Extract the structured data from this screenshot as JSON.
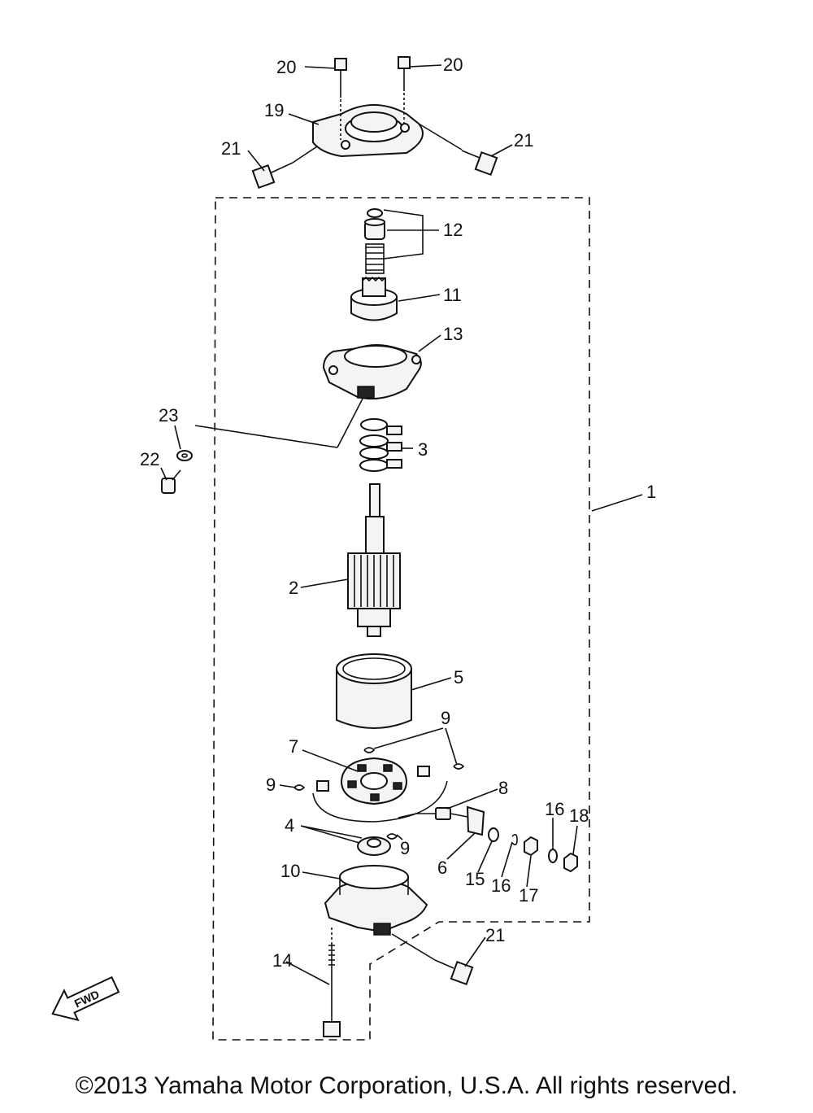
{
  "labels": {
    "l1": "1",
    "l2": "2",
    "l3": "3",
    "l4": "4",
    "l5": "5",
    "l6": "6",
    "l7": "7",
    "l8": "8",
    "l9a": "9",
    "l9b": "9",
    "l9c": "9",
    "l10": "10",
    "l11": "11",
    "l12": "12",
    "l13": "13",
    "l14": "14",
    "l15": "15",
    "l16a": "16",
    "l16b": "16",
    "l17": "17",
    "l18": "18",
    "l19": "19",
    "l20a": "20",
    "l20b": "20",
    "l21a": "21",
    "l21b": "21",
    "l21c": "21",
    "l22": "22",
    "l23": "23"
  },
  "fwd_arrow": "FWD",
  "copyright": "©2013 Yamaha Motor Corporation, U.S.A. All rights reserved."
}
